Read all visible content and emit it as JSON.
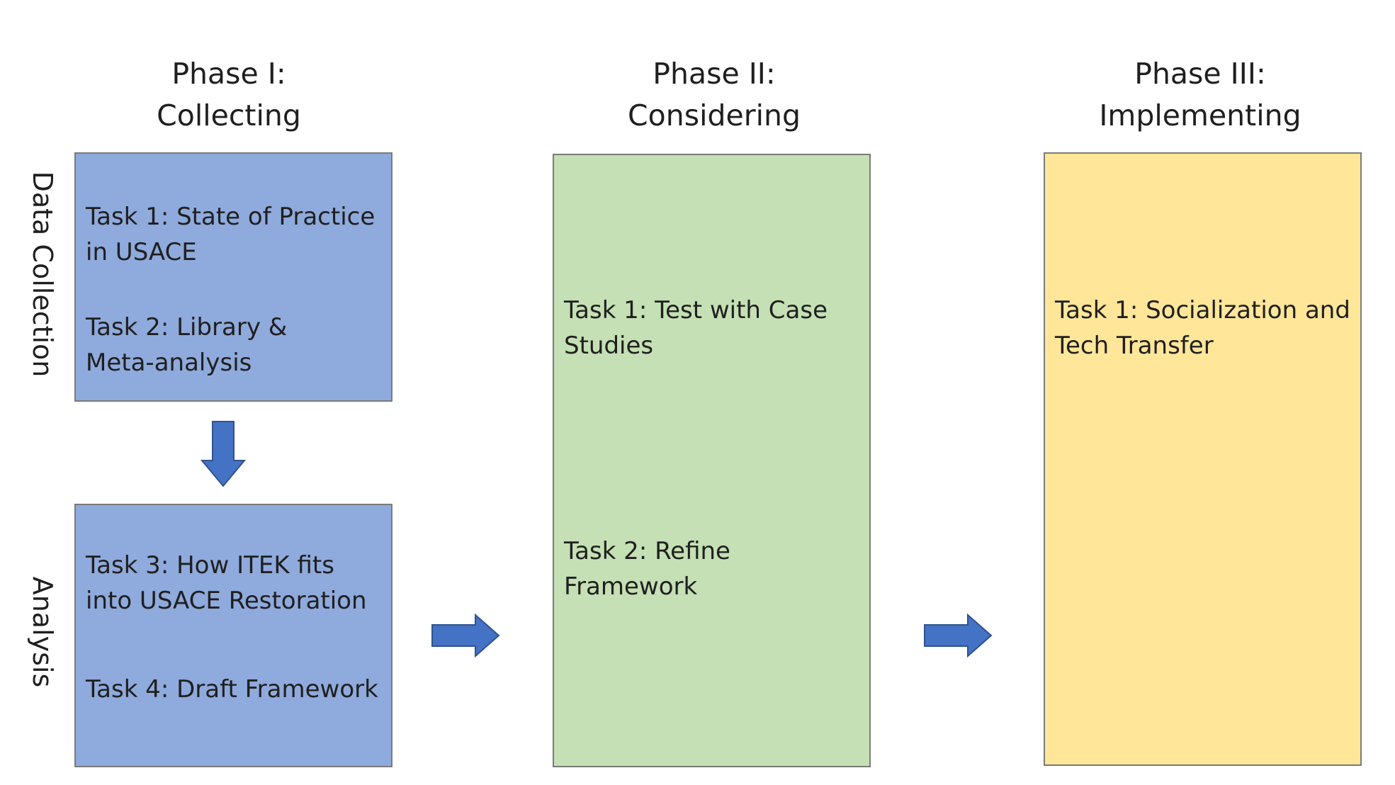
{
  "phases": [
    {
      "line1": "Phase I:",
      "line2": "Collecting"
    },
    {
      "line1": "Phase II:",
      "line2": "Considering"
    },
    {
      "line1": "Phase III:",
      "line2": "Implementing"
    }
  ],
  "side_labels": {
    "top": "Data Collection",
    "bottom": "Analysis"
  },
  "phase1": {
    "box1": {
      "task1": {
        "line1": "Task 1: State of Practice",
        "line2": "in USACE"
      },
      "task2": {
        "line1": "Task 2: Library &",
        "line2": "Meta-analysis"
      }
    },
    "box2": {
      "task3": {
        "line1": "Task 3: How ITEK fits",
        "line2": "into USACE Restoration"
      },
      "task4": {
        "line1": "Task 4: Draft Framework"
      }
    }
  },
  "phase2": {
    "task1": {
      "line1": "Task 1: Test with Case",
      "line2": "Studies"
    },
    "task2": {
      "line1": "Task 2: Refine",
      "line2": "Framework"
    }
  },
  "phase3": {
    "task1": {
      "line1": "Task 1: Socialization and",
      "line2": "Tech Transfer"
    }
  },
  "colors": {
    "blue_box": "#8faadc",
    "green_box": "#c5e0b4",
    "yellow_box": "#ffe699",
    "arrow": "#4472c4"
  }
}
